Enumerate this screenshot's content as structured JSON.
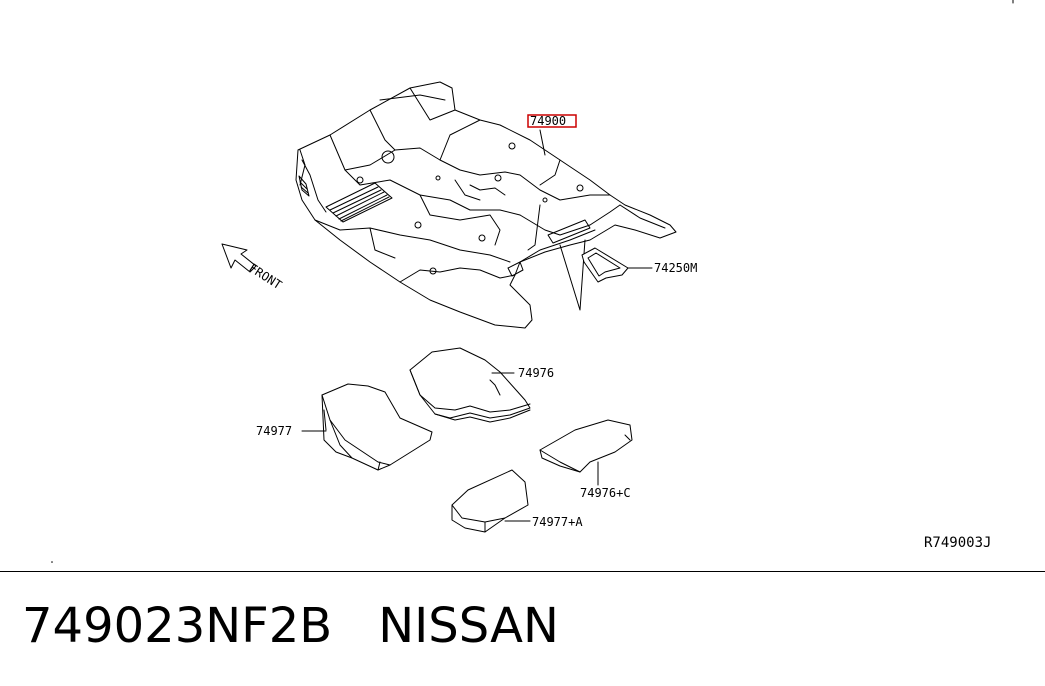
{
  "footer": {
    "part_number": "749023NF2B",
    "brand": "NISSAN"
  },
  "diagram": {
    "drawing_reference": "R749003J",
    "front_label": "FRONT",
    "highlight_color": "#cc0000",
    "callouts": {
      "main_carpet": "74900",
      "heel_pad": "74250M",
      "mat_front_right": "74976",
      "mat_front_left": "74977",
      "mat_rear_right": "74976+C",
      "mat_rear_left": "74977+A"
    }
  }
}
